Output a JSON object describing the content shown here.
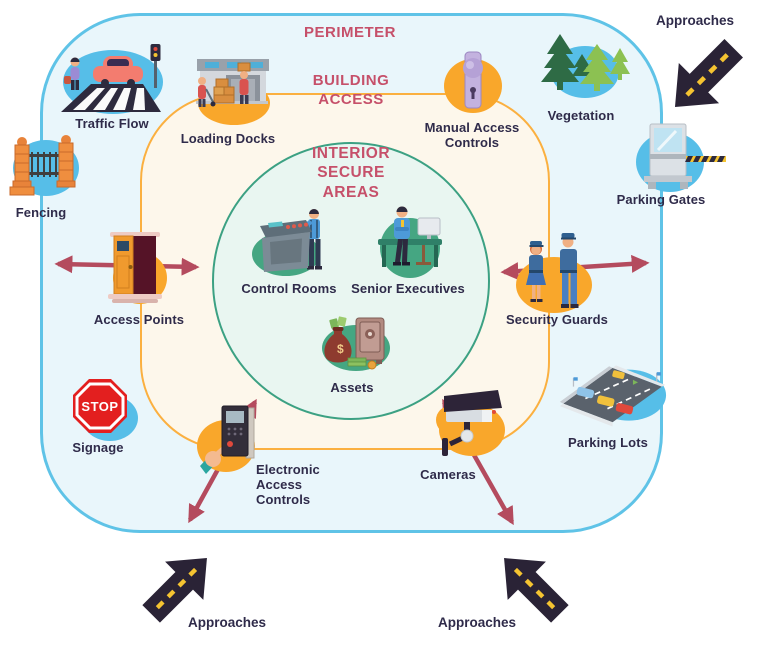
{
  "diagram": {
    "zones": {
      "perimeter": "PERIMETER",
      "building_access": "BUILDING\nACCESS",
      "interior_secure_areas": "INTERIOR\nSECURE\nAREAS"
    },
    "items": {
      "traffic_flow": "Traffic Flow",
      "loading_docks": "Loading Docks",
      "manual_access_controls": "Manual Access Controls",
      "vegetation": "Vegetation",
      "parking_gates": "Parking Gates",
      "fencing": "Fencing",
      "access_points": "Access Points",
      "security_guards": "Security Guards",
      "control_rooms": "Control Rooms",
      "senior_executives": "Senior Executives",
      "assets": "Assets",
      "signage": "Signage",
      "electronic_access_controls": "Electronic Access Controls",
      "cameras": "Cameras",
      "parking_lots": "Parking Lots"
    },
    "signage_sign_text": "STOP",
    "approaches": {
      "top_right": "Approaches",
      "bottom_left": "Approaches",
      "bottom_right": "Approaches"
    },
    "colors": {
      "outer_border": "#5FC3E7",
      "outer_fill": "#E9F6FB",
      "building_border": "#FBB040",
      "building_fill": "#FDF7EB",
      "interior_border": "#3CA183",
      "interior_fill": "#E9F6F1",
      "heading": "#C6506A",
      "label": "#2F2B4A",
      "connector_arrow": "#B44B5E",
      "road_arrow": "#2A2336",
      "road_dash": "#F5C431",
      "blob_yellow": "#F9A72B",
      "blob_blue": "#56BEE8",
      "blob_green": "#45A682"
    }
  }
}
